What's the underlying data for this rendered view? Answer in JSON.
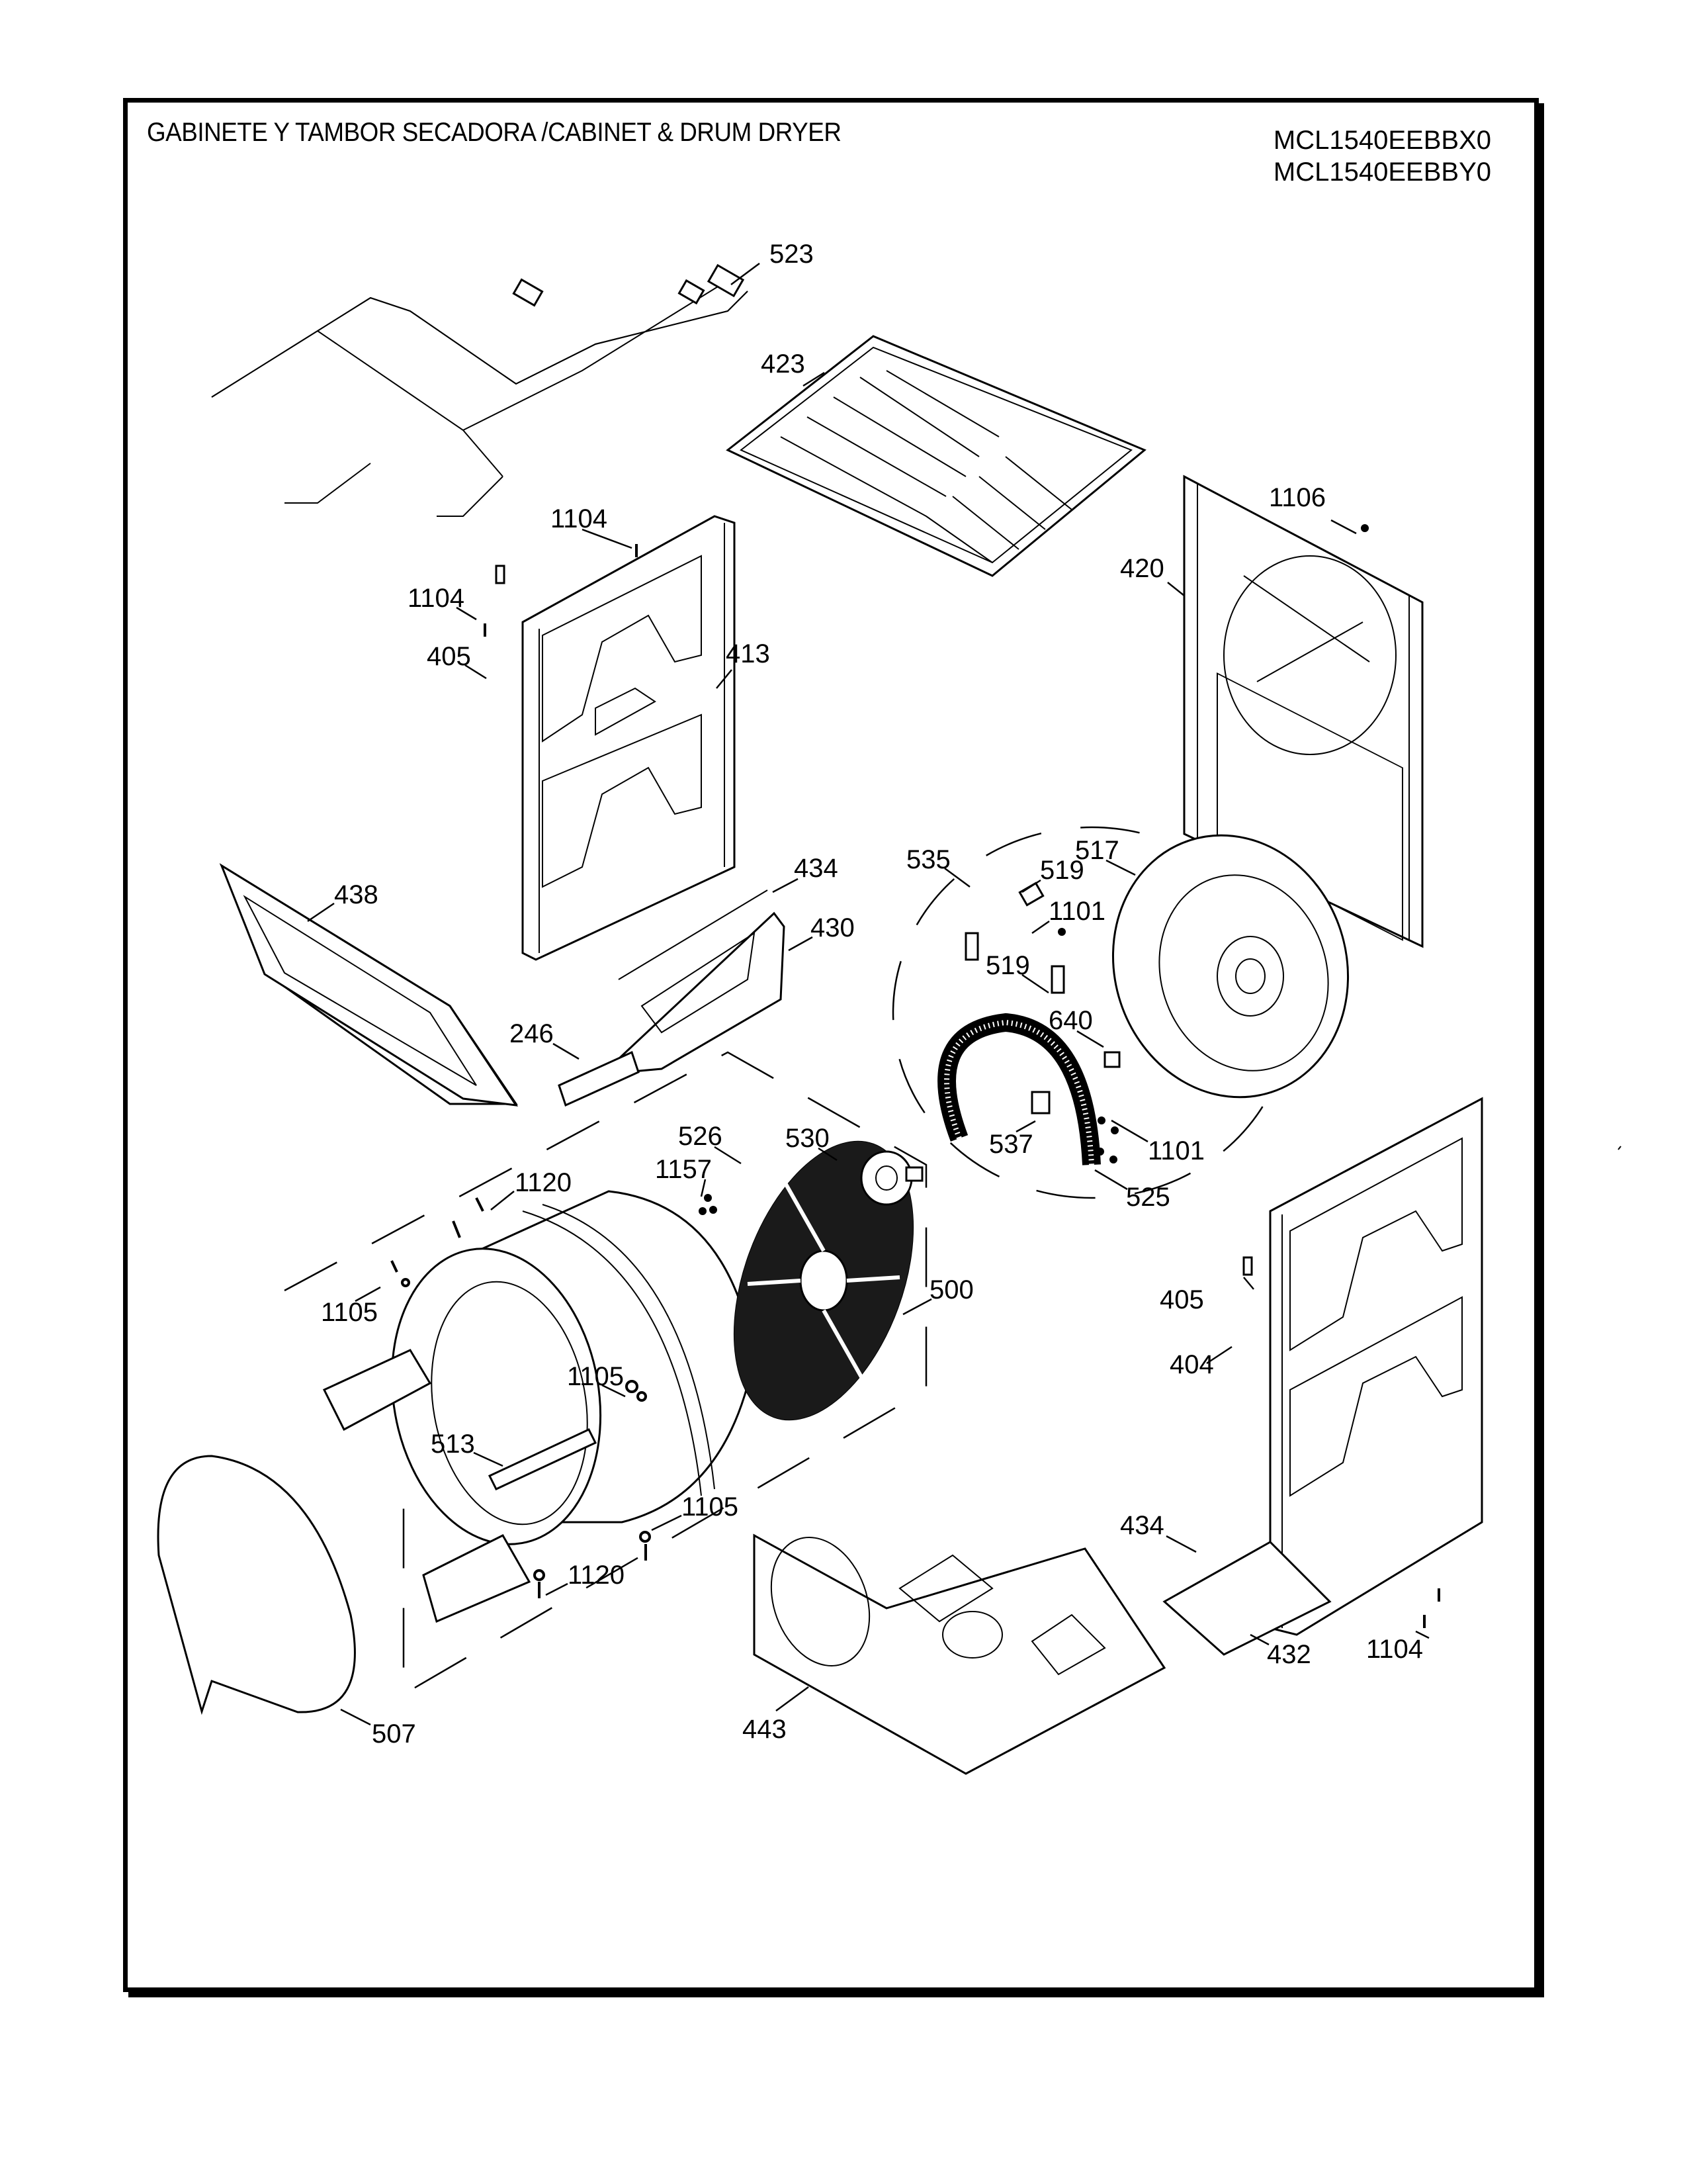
{
  "header": {
    "title": "GABINETE Y TAMBOR SECADORA /CABINET & DRUM  DRYER",
    "models": [
      "MCL1540EEBBX0",
      "MCL1540EEBBY0"
    ]
  },
  "callouts": [
    {
      "id": "c523",
      "label": "523"
    },
    {
      "id": "c423",
      "label": "423"
    },
    {
      "id": "c1104a",
      "label": "1104"
    },
    {
      "id": "c1104b",
      "label": "1104"
    },
    {
      "id": "c405a",
      "label": "405"
    },
    {
      "id": "c413",
      "label": "413"
    },
    {
      "id": "c1106",
      "label": "1106"
    },
    {
      "id": "c420",
      "label": "420"
    },
    {
      "id": "c438",
      "label": "438"
    },
    {
      "id": "c434a",
      "label": "434"
    },
    {
      "id": "c430",
      "label": "430"
    },
    {
      "id": "c246",
      "label": "246"
    },
    {
      "id": "c535",
      "label": "535"
    },
    {
      "id": "c519a",
      "label": "519"
    },
    {
      "id": "c517",
      "label": "517"
    },
    {
      "id": "c1101a",
      "label": "1101"
    },
    {
      "id": "c519b",
      "label": "519"
    },
    {
      "id": "c640",
      "label": "640"
    },
    {
      "id": "c537",
      "label": "537"
    },
    {
      "id": "c1101b",
      "label": "1101"
    },
    {
      "id": "c525",
      "label": "525"
    },
    {
      "id": "c526",
      "label": "526"
    },
    {
      "id": "c530",
      "label": "530"
    },
    {
      "id": "c1157",
      "label": "1157"
    },
    {
      "id": "c1120a",
      "label": "1120"
    },
    {
      "id": "c1105a",
      "label": "1105"
    },
    {
      "id": "c500",
      "label": "500"
    },
    {
      "id": "c1105b",
      "label": "1105"
    },
    {
      "id": "c513",
      "label": "513"
    },
    {
      "id": "c1105c",
      "label": "1105"
    },
    {
      "id": "c1120b",
      "label": "1120"
    },
    {
      "id": "c405b",
      "label": "405"
    },
    {
      "id": "c404",
      "label": "404"
    },
    {
      "id": "c434b",
      "label": "434"
    },
    {
      "id": "c432",
      "label": "432"
    },
    {
      "id": "c1104c",
      "label": "1104"
    },
    {
      "id": "c443",
      "label": "443"
    },
    {
      "id": "c507",
      "label": "507"
    }
  ]
}
